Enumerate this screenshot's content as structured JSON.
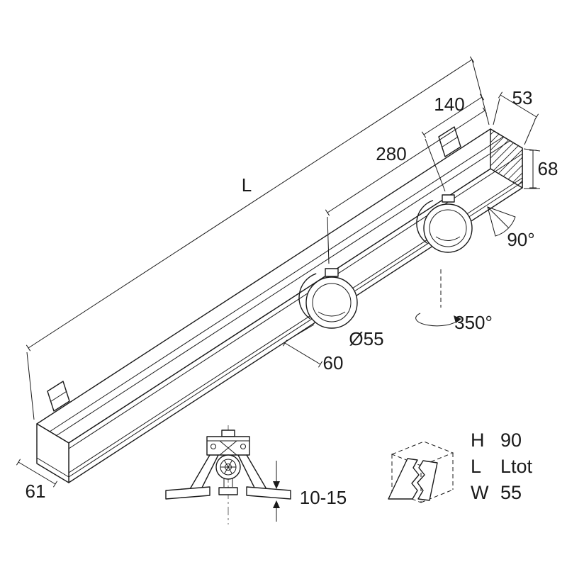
{
  "drawing": {
    "dimensions": {
      "total_length": "L",
      "end_offset": "140",
      "profile_width": "53",
      "spot_spacing": "280",
      "profile_height": "68",
      "tilt_angle": "90°",
      "rotation_angle": "350°",
      "spot_diameter": "Ø55",
      "spot_body_length": "60",
      "end_face_width": "61",
      "clamp_range": "10-15"
    },
    "spec_table": {
      "rows": [
        {
          "key": "H",
          "value": "90"
        },
        {
          "key": "L",
          "value": "Ltot"
        },
        {
          "key": "W",
          "value": "55"
        }
      ]
    }
  }
}
